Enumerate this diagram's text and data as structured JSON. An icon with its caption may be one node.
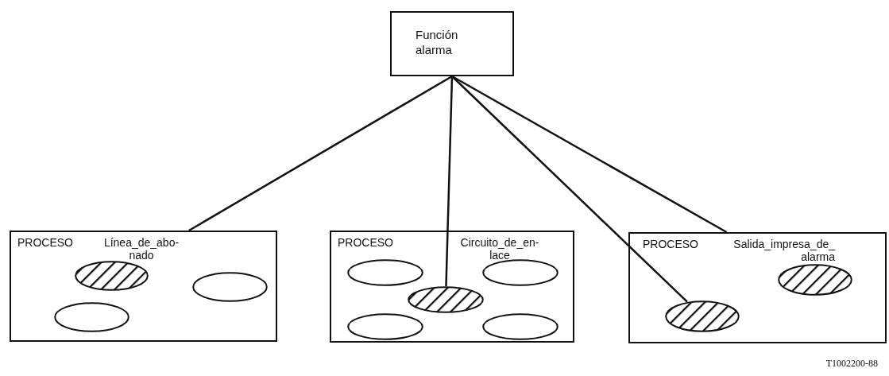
{
  "diagram": {
    "nodes": [
      {
        "text": [
          "Función alarma"
        ]
      },
      {
        "text": [
          "PROCESO",
          "Línea_de_abo- nado"
        ]
      },
      {
        "text": [],
        "shape": "hatched",
        "in": 1
      },
      {
        "text": [],
        "shape": "ellipse",
        "in": 1
      },
      {
        "text": [],
        "shape": "ellipse",
        "in": 1
      },
      {
        "text": [
          "PROCESO",
          "Circuito_de_en- lace"
        ]
      },
      {
        "text": [],
        "shape": "ellipse",
        "in": 5
      },
      {
        "text": [],
        "shape": "ellipse",
        "in": 5
      },
      {
        "text": [],
        "shape": "hatched",
        "in": 5
      },
      {
        "text": [],
        "shape": "ellipse",
        "in": 5
      },
      {
        "text": [],
        "shape": "ellipse",
        "in": 5
      },
      {
        "text": [
          "PROCESO",
          "Salida_impresa_de_ alarma"
        ]
      },
      {
        "text": [],
        "shape": "hatched",
        "in": 11
      },
      {
        "text": [],
        "shape": "hatched",
        "in": 11
      }
    ],
    "edges": [
      {
        "from": 0,
        "to": 1,
        "arrow": "none"
      },
      {
        "from": 0,
        "to": 8,
        "arrow": "none"
      },
      {
        "from": 0,
        "to": 13,
        "arrow": "none"
      },
      {
        "from": 0,
        "to": 11,
        "arrow": "none"
      }
    ],
    "labels": [
      "T1002200-88"
    ]
  }
}
